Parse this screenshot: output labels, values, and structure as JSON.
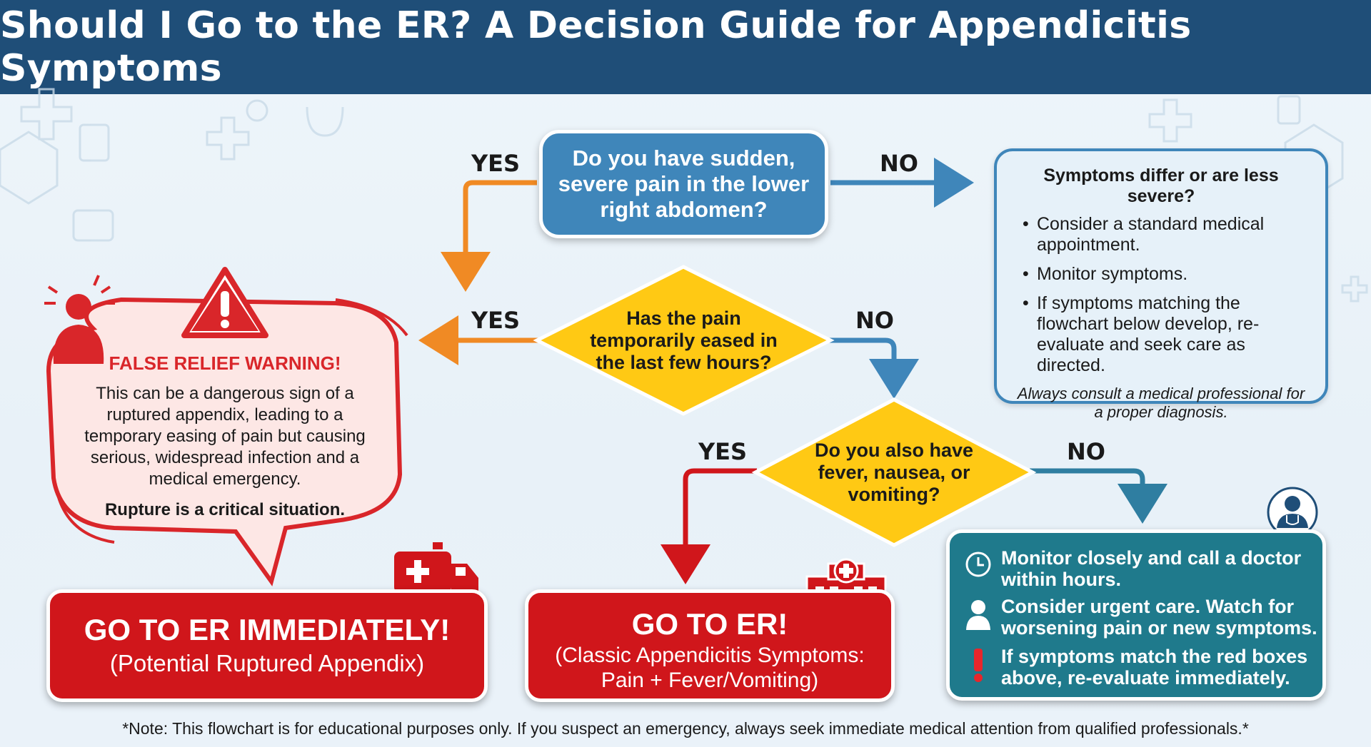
{
  "header": {
    "title": "Should I Go to the ER? A Decision Guide for Appendicitis Symptoms"
  },
  "question1": {
    "text": "Do you have sudden, severe pain in the lower right abdomen?",
    "yes": "YES",
    "no": "NO"
  },
  "question2": {
    "text": "Has the pain temporarily eased in the last few hours?",
    "yes": "YES",
    "no": "NO"
  },
  "question3": {
    "text": "Do you also have fever, nausea, or vomiting?",
    "yes": "YES",
    "no": "NO"
  },
  "info_box": {
    "title": "Symptoms differ or are less severe?",
    "items": [
      "Consider a standard medical appointment.",
      "Monitor symptoms.",
      "If symptoms matching the flowchart below develop, re-evaluate and seek care as directed."
    ],
    "note": "Always consult a medical professional for a proper diagnosis."
  },
  "warning": {
    "title": "FALSE RELIEF WARNING!",
    "body": "This can be a dangerous sign of a ruptured appendix, leading to a temporary easing of pain but causing serious, widespread infection and a medical emergency.",
    "strong": "Rupture is a critical situation."
  },
  "outcome_immediate": {
    "title": "GO TO ER IMMEDIATELY!",
    "subtitle": "(Potential Ruptured Appendix)"
  },
  "outcome_er": {
    "title": "GO TO ER!",
    "subtitle_line1": "(Classic Appendicitis Symptoms:",
    "subtitle_line2": "Pain + Fever/Vomiting)"
  },
  "outcome_monitor": {
    "items": [
      {
        "icon": "clock-icon",
        "text": "Monitor closely and call a doctor within hours."
      },
      {
        "icon": "person-icon",
        "text": "Consider urgent care. Watch for worsening pain or new symptoms."
      },
      {
        "icon": "exclamation-icon",
        "text": "If symptoms match the red boxes above, re-evaluate immediately."
      }
    ]
  },
  "footnote": "*Note: This flowchart is for educational purposes only. If you suspect an emergency, always seek immediate medical attention from qualified professionals.*",
  "colors": {
    "header": "#1f4e78",
    "question_box": "#3f86ba",
    "diamond": "#ffc914",
    "yes_arrow_orange": "#f08a24",
    "yes_arrow_red": "#d0161b",
    "no_arrow": "#3f86ba",
    "outcome_red": "#d0161b",
    "outcome_teal": "#1f7a8c",
    "warning_red": "#d9262a"
  }
}
